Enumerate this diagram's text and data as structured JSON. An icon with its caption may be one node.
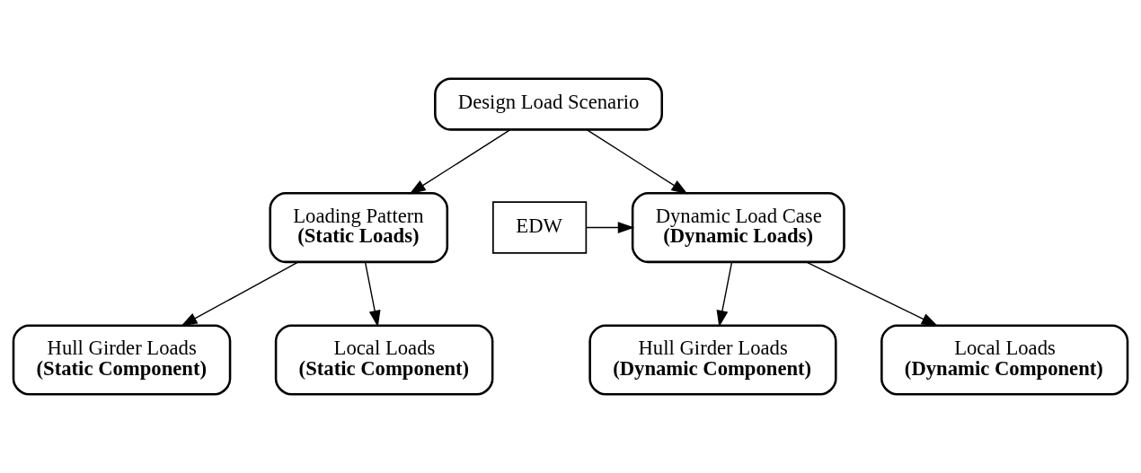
{
  "diagram": {
    "nodes": [
      {
        "text": [
          "Design Load Scenario"
        ]
      },
      {
        "text": [
          "Loading Pattern",
          "(Static Loads)"
        ]
      },
      {
        "text": [
          "EDW"
        ]
      },
      {
        "text": [
          "Dynamic Load Case",
          "(Dynamic Loads)"
        ]
      },
      {
        "text": [
          "Hull Girder Loads",
          "(Static Component)"
        ]
      },
      {
        "text": [
          "Local Loads",
          "(Static Component)"
        ]
      },
      {
        "text": [
          "Hull Girder Loads",
          "(Dynamic Component)"
        ]
      },
      {
        "text": [
          "Local Loads",
          "(Dynamic Component)"
        ]
      }
    ],
    "edges": [
      {
        "from": 0,
        "to": 1,
        "arrow": "to"
      },
      {
        "from": 0,
        "to": 3,
        "arrow": "to"
      },
      {
        "from": 2,
        "to": 3,
        "arrow": "to"
      },
      {
        "from": 1,
        "to": 4,
        "arrow": "to"
      },
      {
        "from": 1,
        "to": 5,
        "arrow": "to"
      },
      {
        "from": 3,
        "to": 6,
        "arrow": "to"
      },
      {
        "from": 3,
        "to": 7,
        "arrow": "to"
      }
    ]
  }
}
